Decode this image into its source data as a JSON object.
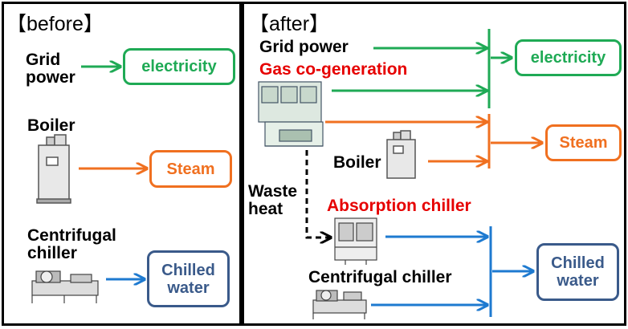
{
  "before": {
    "title": "【before】",
    "grid_power": "Grid\npower",
    "boiler": "Boiler",
    "centrifugal_chiller": "Centrifugal\nchiller",
    "electricity": "electricity",
    "steam": "Steam",
    "chilled_water": "Chilled\nwater"
  },
  "after": {
    "title": "【after】",
    "grid_power": "Grid power",
    "gas_cogeneration": "Gas co-generation",
    "boiler": "Boiler",
    "waste_heat": "Waste\nheat",
    "absorption_chiller": "Absorption chiller",
    "centrifugal_chiller": "Centrifugal chiller",
    "electricity": "electricity",
    "steam": "Steam",
    "chilled_water": "Chilled\nwater"
  },
  "colors": {
    "electricity": "#1faa55",
    "steam": "#f07020",
    "chilled_water": "#3a5a8a",
    "flow_blue": "#1e7ad0",
    "highlight_red": "#e60000"
  }
}
